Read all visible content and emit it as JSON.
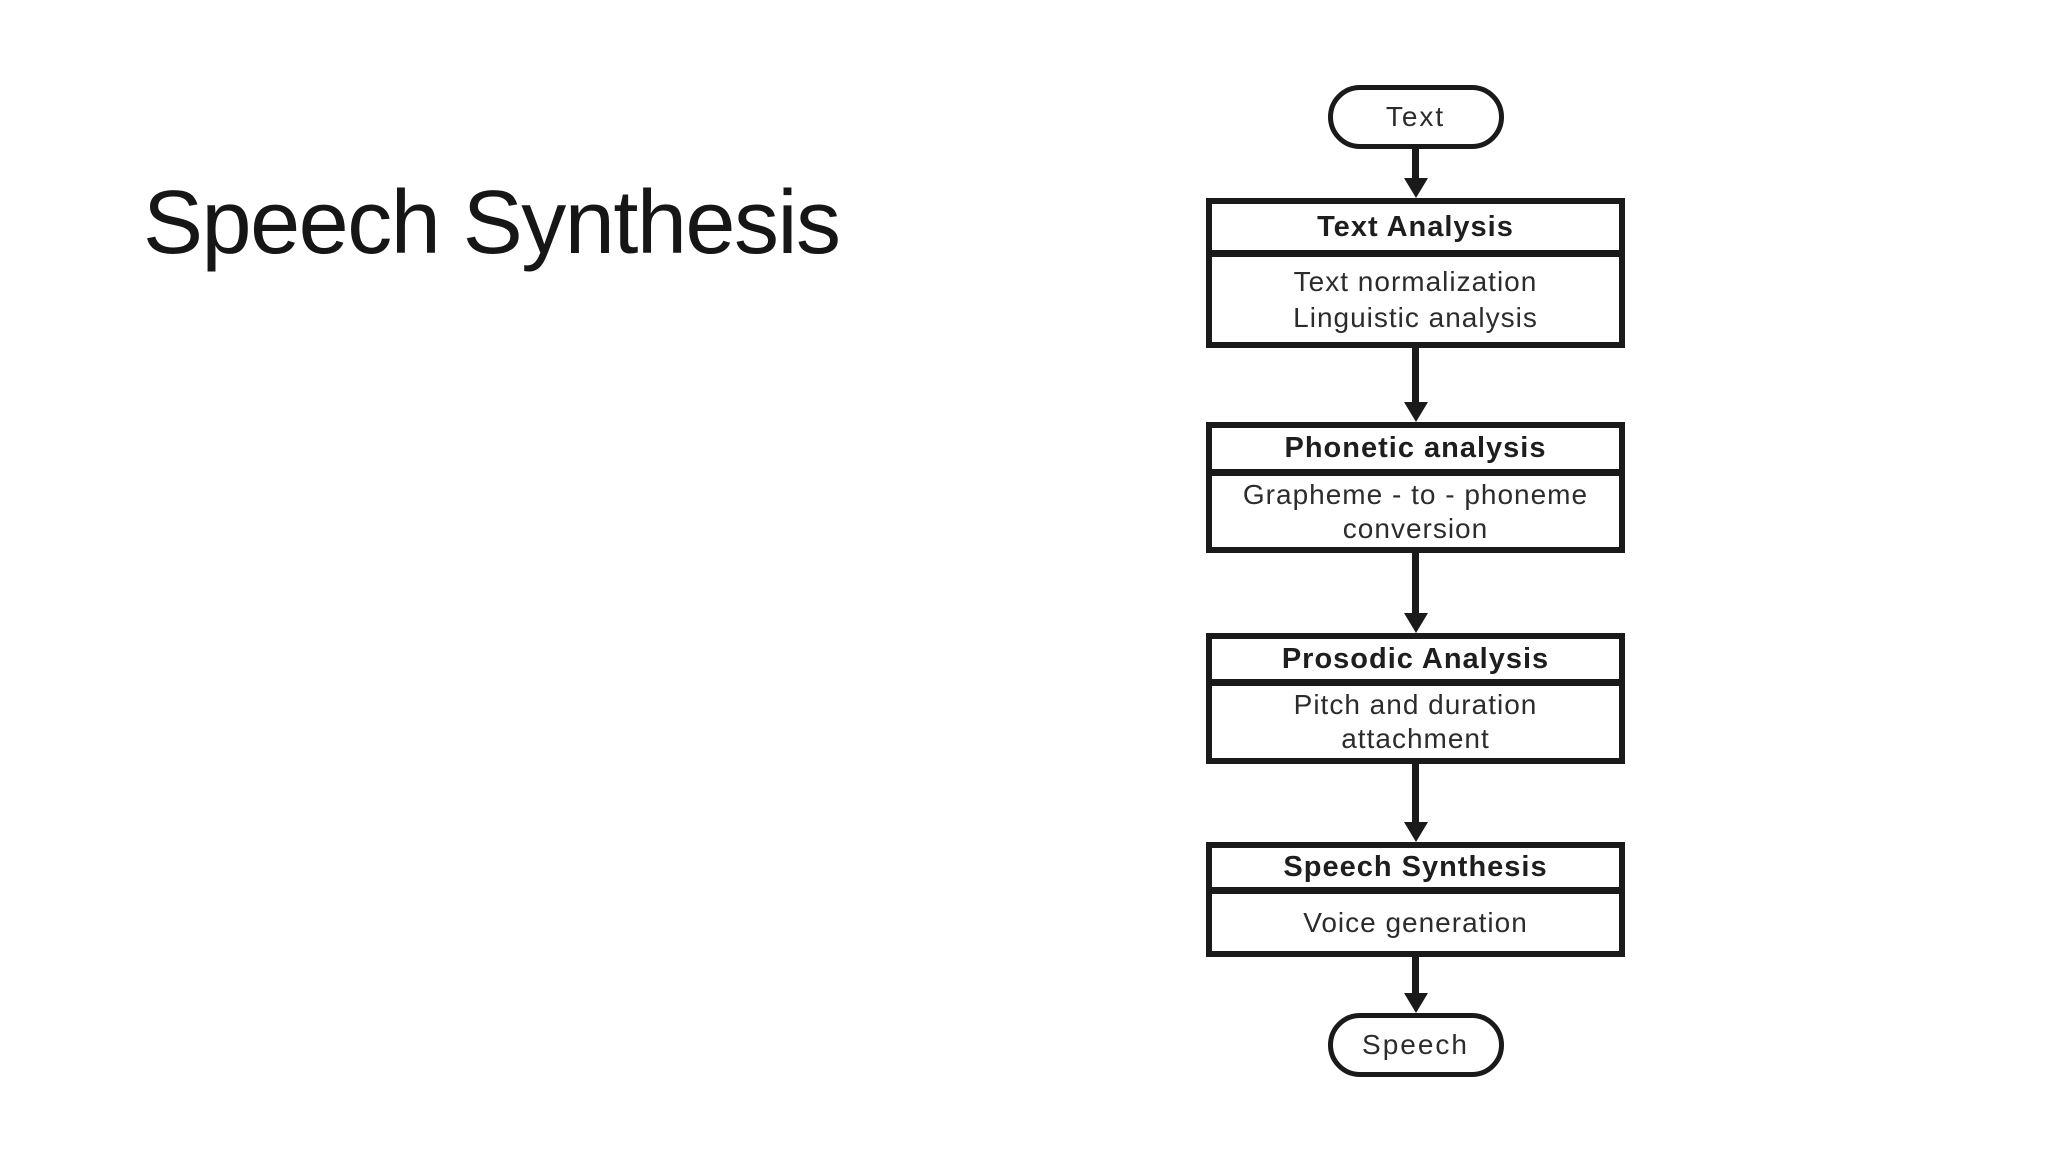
{
  "slide": {
    "title": "Speech Synthesis",
    "background_color": "#ffffff"
  },
  "flowchart": {
    "ink_color": "#1a1a1a",
    "text_color": "#2c2c2c",
    "start_label": "Text",
    "end_label": "Speech",
    "steps": [
      {
        "title": "Text Analysis",
        "lines": [
          "Text normalization",
          "Linguistic analysis"
        ]
      },
      {
        "title": "Phonetic analysis",
        "lines": [
          "Grapheme - to - phoneme",
          "conversion"
        ]
      },
      {
        "title": "Prosodic Analysis",
        "lines": [
          "Pitch and duration",
          "attachment"
        ]
      },
      {
        "title": "Speech Synthesis",
        "lines": [
          "Voice generation"
        ]
      }
    ],
    "flow_order": [
      "Text",
      "Text Analysis",
      "Phonetic analysis",
      "Prosodic Analysis",
      "Speech Synthesis",
      "Speech"
    ]
  }
}
